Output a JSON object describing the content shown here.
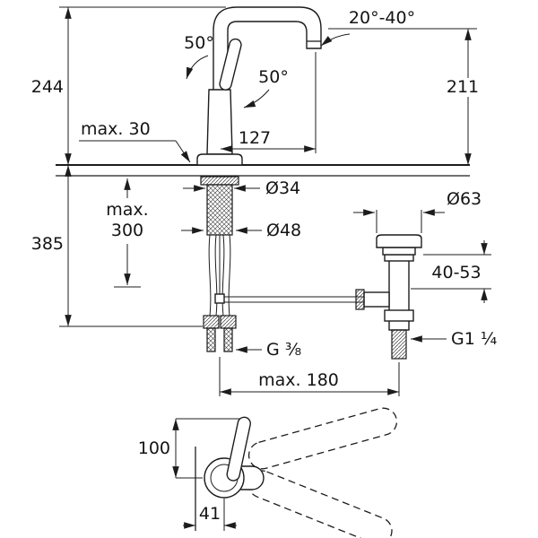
{
  "drawing": {
    "background": "#ffffff",
    "line_color": "#1c1c1c",
    "front_view": {
      "overall_height": "244",
      "deck_thickness_max": "max. 30",
      "lever_angle_side": "50°",
      "lever_angle_front": "50°",
      "spout_reach": "127",
      "swivel_range": "20°-40°",
      "spout_outlet_height": "211"
    },
    "installation": {
      "height_below_deck": "385",
      "hose_reach_max_line1": "max.",
      "hose_reach_max_line2": "300",
      "shank_diameter": "Ø34",
      "hole_diameter": "Ø48",
      "supply_connection": "G ³⁄₈",
      "waste_flange_diameter": "Ø63",
      "basin_thickness_range": "40-53",
      "waste_connection": "G1 ¹⁄₄",
      "center_distance_max": "max. 180"
    },
    "plan_view": {
      "lever_height": "100",
      "lever_offset": "41"
    }
  }
}
